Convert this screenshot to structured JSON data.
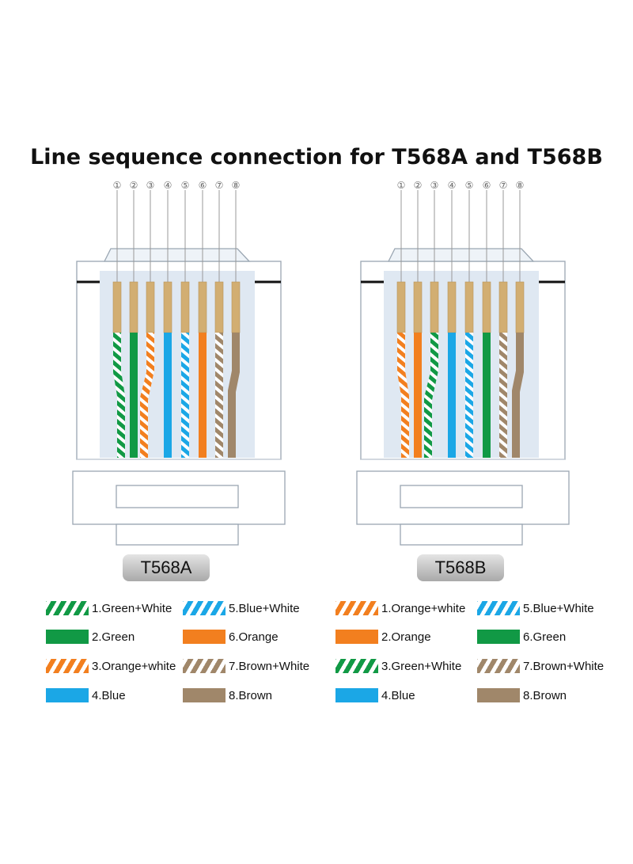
{
  "title": "Line sequence connection for T568A and T568B",
  "pin_numbers": [
    "①",
    "②",
    "③",
    "④",
    "⑤",
    "⑥",
    "⑦",
    "⑧"
  ],
  "colors": {
    "green": "#119945",
    "orange": "#f27f1f",
    "blue": "#1ba7e6",
    "brown": "#a0876a",
    "gold_contact": "#d2ae72",
    "connector_body": "#dfe8f2"
  },
  "connectors": [
    {
      "name": "T568A",
      "wires": [
        {
          "color": "green",
          "striped": true
        },
        {
          "color": "green",
          "striped": false
        },
        {
          "color": "orange",
          "striped": true
        },
        {
          "color": "blue",
          "striped": false
        },
        {
          "color": "blue",
          "striped": true
        },
        {
          "color": "orange",
          "striped": false
        },
        {
          "color": "brown",
          "striped": true
        },
        {
          "color": "brown",
          "striped": false
        }
      ],
      "legend": [
        {
          "label": "1.Green+White",
          "color": "green",
          "striped": true
        },
        {
          "label": "2.Green",
          "color": "green",
          "striped": false
        },
        {
          "label": "3.Orange+white",
          "color": "orange",
          "striped": true
        },
        {
          "label": "4.Blue",
          "color": "blue",
          "striped": false
        },
        {
          "label": "5.Blue+White",
          "color": "blue",
          "striped": true
        },
        {
          "label": "6.Orange",
          "color": "orange",
          "striped": false
        },
        {
          "label": "7.Brown+White",
          "color": "brown",
          "striped": true
        },
        {
          "label": "8.Brown",
          "color": "brown",
          "striped": false
        }
      ]
    },
    {
      "name": "T568B",
      "wires": [
        {
          "color": "orange",
          "striped": true
        },
        {
          "color": "orange",
          "striped": false
        },
        {
          "color": "green",
          "striped": true
        },
        {
          "color": "blue",
          "striped": false
        },
        {
          "color": "blue",
          "striped": true
        },
        {
          "color": "green",
          "striped": false
        },
        {
          "color": "brown",
          "striped": true
        },
        {
          "color": "brown",
          "striped": false
        }
      ],
      "legend": [
        {
          "label": "1.Orange+white",
          "color": "orange",
          "striped": true
        },
        {
          "label": "2.Orange",
          "color": "orange",
          "striped": false
        },
        {
          "label": "3.Green+White",
          "color": "green",
          "striped": true
        },
        {
          "label": "4.Blue",
          "color": "blue",
          "striped": false
        },
        {
          "label": "5.Blue+White",
          "color": "blue",
          "striped": true
        },
        {
          "label": "6.Green",
          "color": "green",
          "striped": false
        },
        {
          "label": "7.Brown+White",
          "color": "brown",
          "striped": true
        },
        {
          "label": "8.Brown",
          "color": "brown",
          "striped": false
        }
      ]
    }
  ]
}
